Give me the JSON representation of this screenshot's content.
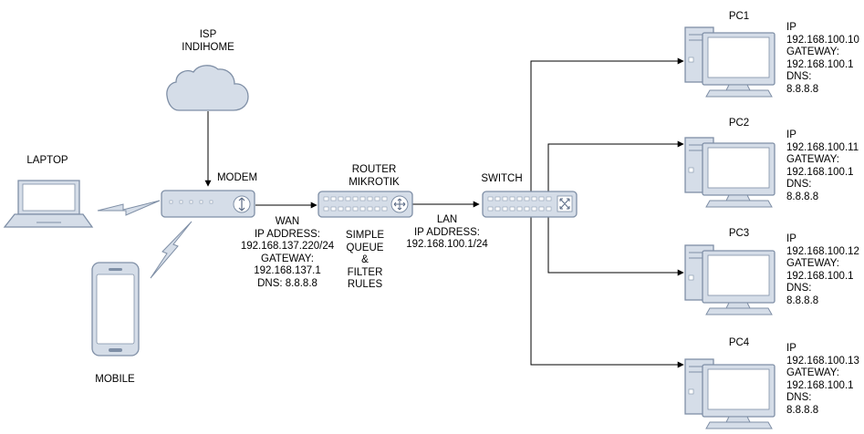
{
  "colors": {
    "device_fill": "#d5dde8",
    "device_stroke": "#7f8fa6",
    "screen_fill": "#ffffff",
    "line": "#000000"
  },
  "nodes": {
    "isp": {
      "label": "ISP\nINDIHOME",
      "icon": "cloud-icon"
    },
    "laptop": {
      "label": "LAPTOP",
      "icon": "laptop-icon"
    },
    "mobile": {
      "label": "MOBILE",
      "icon": "mobile-phone-icon"
    },
    "modem": {
      "label": "MODEM",
      "icon": "modem-icon"
    },
    "router": {
      "label": "ROUTER\nMIKROTIK",
      "icon": "router-icon"
    },
    "switch": {
      "label": "SWITCH",
      "icon": "switch-icon"
    },
    "pcs": [
      {
        "name": "PC1",
        "info": "IP\n192.168.100.10\nGATEWAY:\n192.168.100.1\nDNS:\n8.8.8.8",
        "icon": "desktop-pc-icon"
      },
      {
        "name": "PC2",
        "info": "IP\n192.168.100.11\nGATEWAY:\n192.168.100.1\nDNS:\n8.8.8.8",
        "icon": "desktop-pc-icon"
      },
      {
        "name": "PC3",
        "info": "IP\n192.168.100.12\nGATEWAY:\n192.168.100.1\nDNS:\n8.8.8.8",
        "icon": "desktop-pc-icon"
      },
      {
        "name": "PC4",
        "info": "IP\n192.168.100.13\nGATEWAY:\n192.168.100.1\nDNS:\n8.8.8.8",
        "icon": "desktop-pc-icon"
      }
    ]
  },
  "links": {
    "wan": "WAN\nIP ADDRESS:\n192.168.137.220/24\nGATEWAY:\n192.168.137.1\nDNS: 8.8.8.8",
    "router_features": "SIMPLE\nQUEUE\n&\nFILTER\nRULES",
    "lan": "LAN\nIP ADDRESS:\n192.168.100.1/24",
    "wireless_icon": "lightning-bolt-icon"
  }
}
